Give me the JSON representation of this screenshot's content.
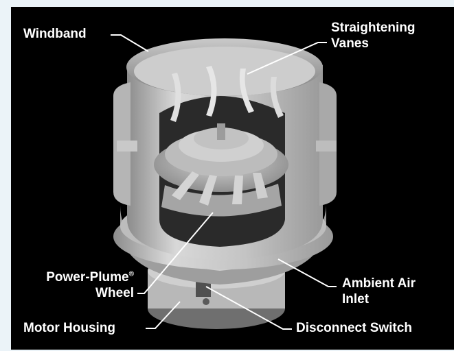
{
  "labels": {
    "windband": "Windband",
    "straightening_vanes_line1": "Straightening",
    "straightening_vanes_line2": "Vanes",
    "power_plume_line1": "Power-Plume",
    "power_plume_mark": "®",
    "power_plume_line2": "Wheel",
    "ambient_air_line1": "Ambient Air",
    "ambient_air_line2": "Inlet",
    "motor_housing": "Motor Housing",
    "disconnect_switch": "Disconnect Switch"
  },
  "colors": {
    "background": "#ebf3f8",
    "frame": "#000000",
    "label_text": "#ffffff",
    "leader_line": "#ffffff",
    "equipment_light": "#d9d9d9",
    "equipment_mid": "#a8a8a8",
    "equipment_dark": "#5e5e5e"
  }
}
